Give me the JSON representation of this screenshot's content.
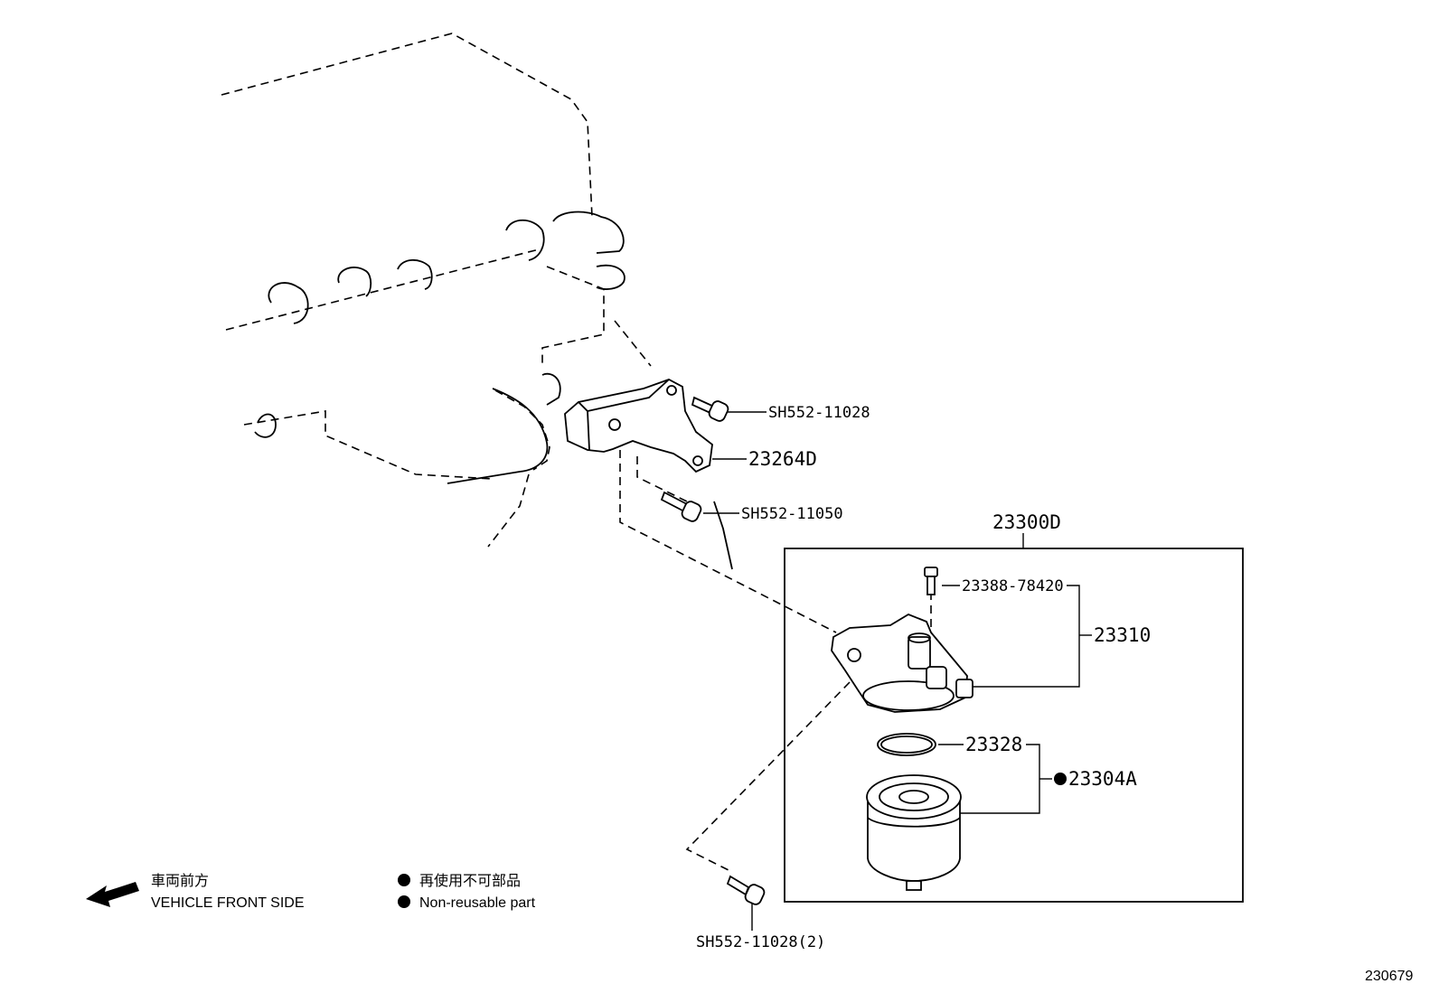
{
  "labels": {
    "bolt_top": "SH552-11028",
    "bracket": "23264D",
    "bolt_mid": "SH552-11050",
    "assembly": "23300D",
    "small_bolt": "23388-78420",
    "filter_head": "23310",
    "o_ring": "23328",
    "element": "23304A",
    "bolt_bottom": "SH552-11028(2)"
  },
  "legend": {
    "front_jp": "車両前方",
    "front_en": "VEHICLE FRONT SIDE",
    "nonreusable_jp": "再使用不可部品",
    "nonreusable_en": "Non-reusable part"
  },
  "figure_code": "230679"
}
